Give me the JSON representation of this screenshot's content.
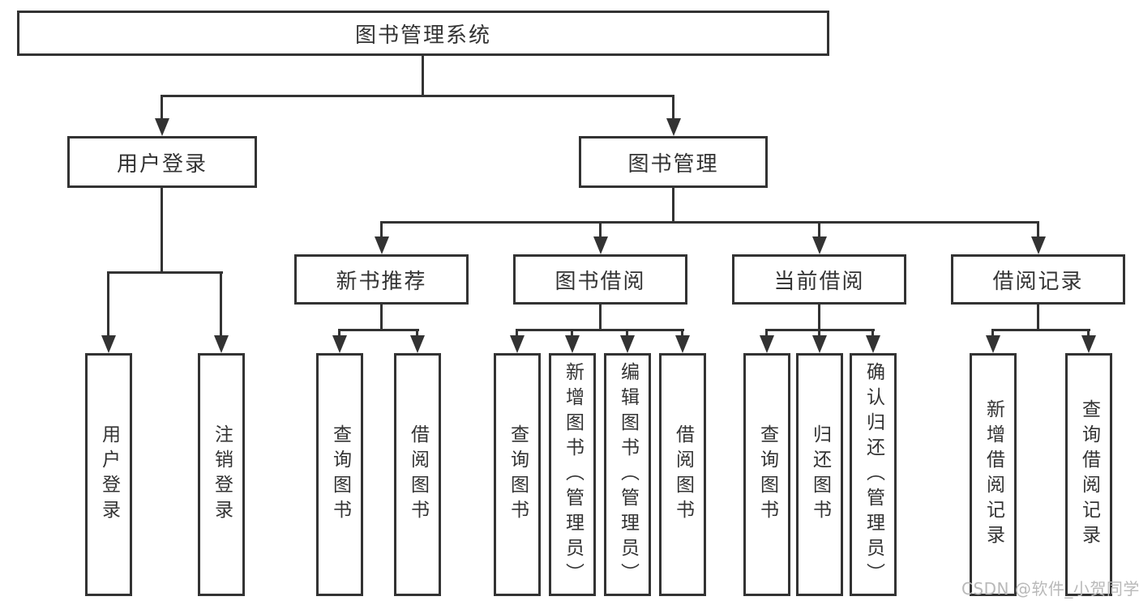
{
  "diagram_type": "hierarchy-tree",
  "tree": {
    "label": "图书管理系统",
    "children": [
      {
        "label": "用户登录",
        "children": [
          {
            "label": "用户登录"
          },
          {
            "label": "注销登录"
          }
        ]
      },
      {
        "label": "图书管理",
        "children": [
          {
            "label": "新书推荐",
            "children": [
              {
                "label": "查询图书"
              },
              {
                "label": "借阅图书"
              }
            ]
          },
          {
            "label": "图书借阅",
            "children": [
              {
                "label": "查询图书"
              },
              {
                "label": "新增图书（管理员）"
              },
              {
                "label": "编辑图书（管理员）"
              },
              {
                "label": "借阅图书"
              }
            ]
          },
          {
            "label": "当前借阅",
            "children": [
              {
                "label": "查询图书"
              },
              {
                "label": "归还图书"
              },
              {
                "label": "确认归还（管理员）"
              }
            ]
          },
          {
            "label": "借阅记录",
            "children": [
              {
                "label": "新增借阅记录"
              },
              {
                "label": "查询借阅记录"
              }
            ]
          }
        ]
      }
    ]
  },
  "watermark": "CSDN @软件_小贺同学",
  "colors": {
    "line": "#333333",
    "text": "#333333",
    "background": "#ffffff",
    "watermark": "#b9b9b9"
  }
}
